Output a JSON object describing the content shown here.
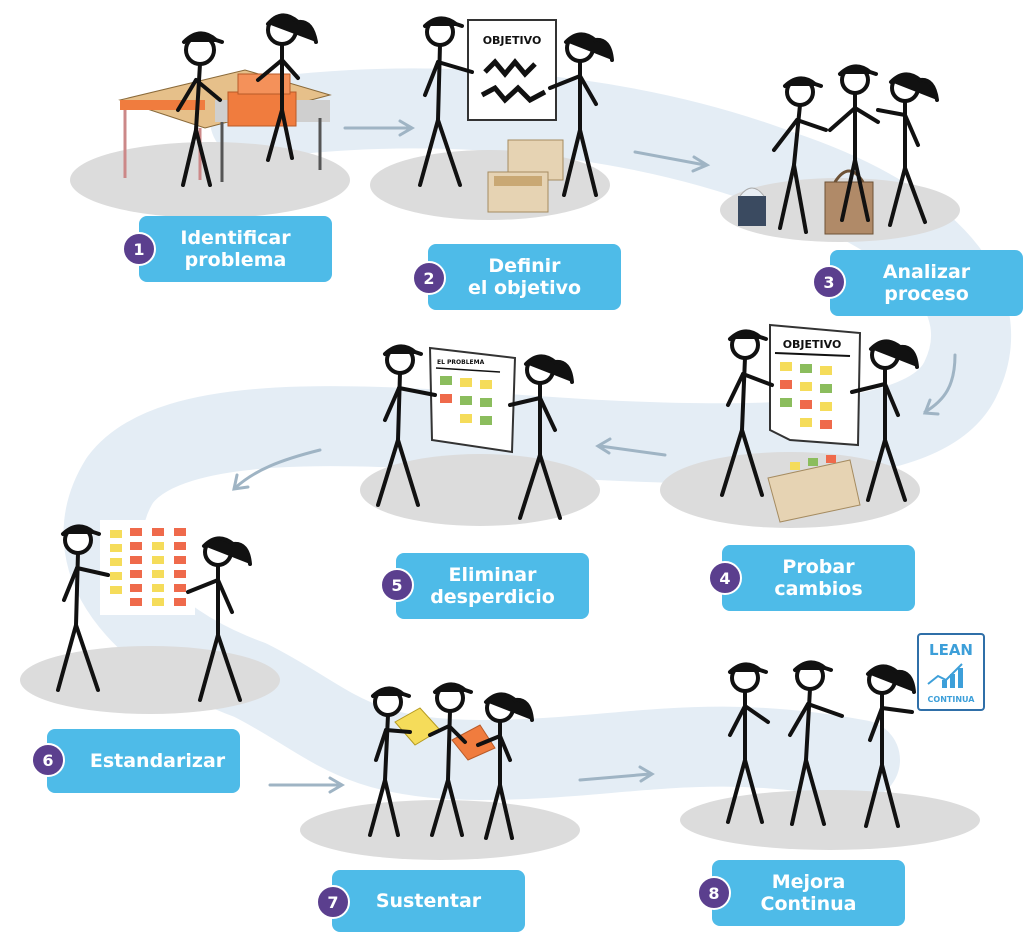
{
  "colors": {
    "path": "#e4edf5",
    "shadow": "#dcdcdc",
    "box": "#4ebbe8",
    "badge": "#5b3f8e",
    "arrow": "#9fb4c4",
    "figure": "#111111",
    "orange": "#f07c3e",
    "cardboard": "#e6d3b3",
    "sticky_yellow": "#f5dc5a",
    "sticky_red": "#ef6a4b",
    "sticky_green": "#8bbd5d",
    "lean_blue": "#3d9fd9"
  },
  "steps": [
    {
      "num": "1",
      "line1": "Identificar",
      "line2": "problema"
    },
    {
      "num": "2",
      "line1": "Definir",
      "line2": "el objetivo"
    },
    {
      "num": "3",
      "line1": "Analizar",
      "line2": "proceso"
    },
    {
      "num": "4",
      "line1": "Probar",
      "line2": "cambios"
    },
    {
      "num": "5",
      "line1": "Eliminar",
      "line2": "desperdicio"
    },
    {
      "num": "6",
      "line1": "Estandarizar",
      "line2": ""
    },
    {
      "num": "7",
      "line1": "Sustentar",
      "line2": ""
    },
    {
      "num": "8",
      "line1": "Mejora",
      "line2": "Continua"
    }
  ],
  "signs": {
    "objetivo_a": "OBJETIVO",
    "objetivo_b": "OBJETIVO",
    "problema": "EL PROBLEMA",
    "lean_top": "LEAN",
    "lean_bottom": "CONTINUA"
  },
  "icons": [
    "person-icon",
    "box-icon",
    "sticky-note-icon",
    "lean-chart-icon"
  ]
}
